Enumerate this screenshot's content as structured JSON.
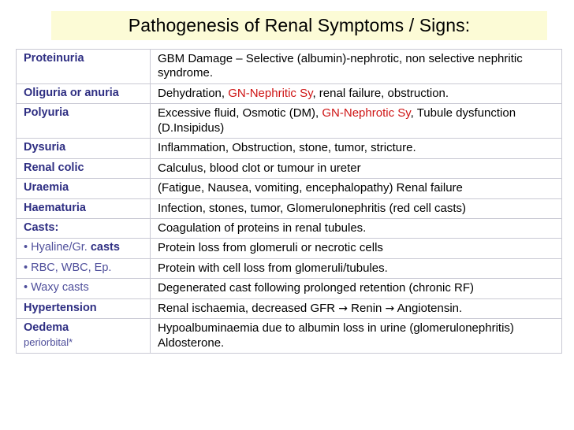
{
  "title": {
    "text": "Pathogenesis of Renal Symptoms / Signs:",
    "banner_color": "#FCFBD6"
  },
  "colors": {
    "term_navy": "#2E2E82",
    "subterm_blue": "#4F4F9B",
    "highlight_red": "#CE1414",
    "border": "#C9C9D4",
    "body_text": "#000000"
  },
  "table": {
    "rows": [
      {
        "term": "Proteinuria",
        "desc_parts": [
          {
            "text": "GBM Damage – Selective (albumin)-nephrotic, non selective nephritic syndrome.",
            "style": "normal"
          }
        ]
      },
      {
        "term": "Oliguria or anuria",
        "desc_parts": [
          {
            "text": "Dehydration, ",
            "style": "normal"
          },
          {
            "text": "GN-Nephritic Sy",
            "style": "highlight"
          },
          {
            "text": ", renal failure, obstruction.",
            "style": "normal"
          }
        ]
      },
      {
        "term": "Polyuria",
        "desc_parts": [
          {
            "text": "Excessive fluid, Osmotic (DM), ",
            "style": "normal"
          },
          {
            "text": "GN-Nephrotic Sy",
            "style": "highlight"
          },
          {
            "text": ", Tubule dysfunction (D.Insipidus)",
            "style": "normal"
          }
        ]
      },
      {
        "term": "Dysuria",
        "desc_parts": [
          {
            "text": "Inflammation, Obstruction, stone, tumor, stricture.",
            "style": "normal"
          }
        ]
      },
      {
        "term": "Renal colic",
        "desc_parts": [
          {
            "text": "Calculus, blood clot or tumour in ureter",
            "style": "normal"
          }
        ]
      },
      {
        "term": "Uraemia",
        "desc_parts": [
          {
            "text": "(Fatigue, Nausea, vomiting, encephalopathy) Renal failure",
            "style": "normal"
          }
        ]
      },
      {
        "term": "Haematuria",
        "desc_parts": [
          {
            "text": "Infection, stones, tumor, Glomerulonephritis (red cell casts)",
            "style": "normal"
          }
        ]
      },
      {
        "term": "Casts:",
        "desc_parts": [
          {
            "text": "Coagulation of proteins in renal tubules.",
            "style": "normal"
          }
        ]
      },
      {
        "term_parts": [
          {
            "text": "• Hyaline/Gr. ",
            "style": "sub"
          },
          {
            "text": "casts",
            "style": "sub-bold"
          }
        ],
        "term_kind": "sub",
        "desc_parts": [
          {
            "text": "Protein loss from glomeruli or necrotic cells",
            "style": "normal"
          }
        ]
      },
      {
        "term": "• RBC, WBC, Ep.",
        "term_kind": "sub",
        "desc_parts": [
          {
            "text": "Protein with cell loss from glomeruli/tubules.",
            "style": "normal"
          }
        ]
      },
      {
        "term": "• Waxy casts",
        "term_kind": "sub",
        "desc_parts": [
          {
            "text": "Degenerated cast following prolonged retention (chronic RF)",
            "style": "normal"
          }
        ]
      },
      {
        "term": "Hypertension",
        "emphasis_separator": true,
        "desc_parts": [
          {
            "text": "Renal ischaemia, decreased GFR ",
            "style": "normal"
          },
          {
            "text": "→",
            "style": "arrow"
          },
          {
            "text": " Renin ",
            "style": "normal"
          },
          {
            "text": "→",
            "style": "arrow"
          },
          {
            "text": " Angiotensin.",
            "style": "normal"
          }
        ]
      },
      {
        "term": "Oedema",
        "term_note": "periorbital*",
        "desc_parts": [
          {
            "text": "Hypoalbuminaemia due to albumin loss in urine (glomerulonephritis) Aldosterone.",
            "style": "normal"
          }
        ]
      }
    ]
  }
}
